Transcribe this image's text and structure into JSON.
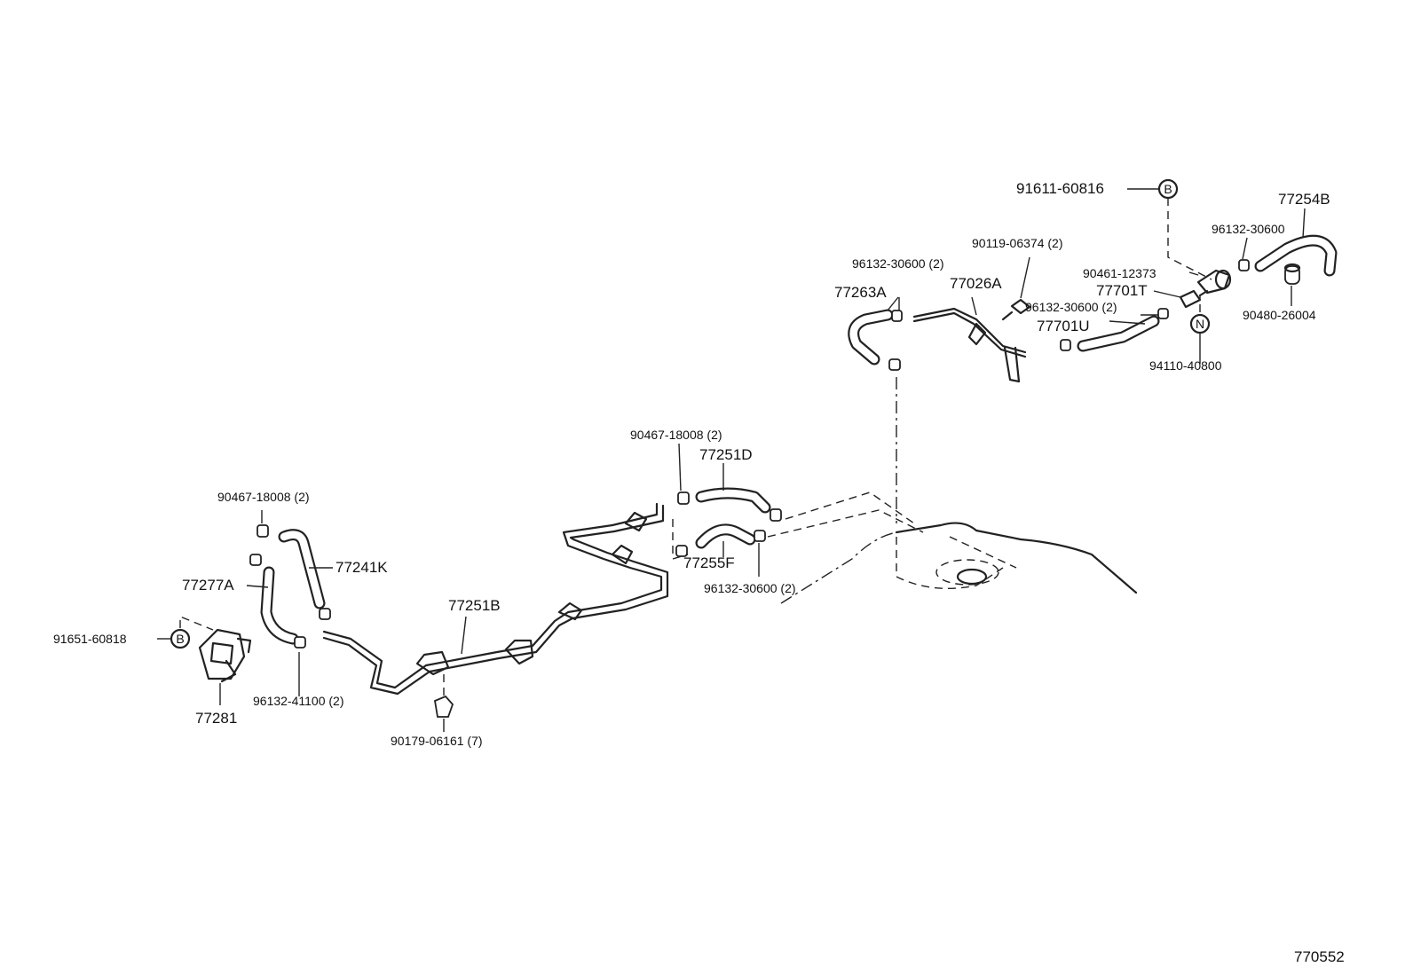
{
  "labels": {
    "p91611_60816": "91611-60816",
    "p77254B": "77254B",
    "p96132_30600_a": "96132-30600",
    "p90119_06374": "90119-06374 (2)",
    "p96132_30600_b": "96132-30600 (2)",
    "p90461_12373": "90461-12373",
    "p77263A": "77263A",
    "p77026A": "77026A",
    "p77701T": "77701T",
    "p96132_30600_c": "96132-30600 (2)",
    "p90480_26004": "90480-26004",
    "p77701U": "77701U",
    "p94110_40800": "94110-40800",
    "p90467_18008_a": "90467-18008 (2)",
    "p77251D": "77251D",
    "p90467_18008_b": "90467-18008 (2)",
    "p77241K": "77241K",
    "p77255F": "77255F",
    "p96132_30600_d": "96132-30600 (2)",
    "p77277A": "77277A",
    "p77251B": "77251B",
    "p91651_60818": "91651-60818",
    "p96132_41100": "96132-41100 (2)",
    "p77281": "77281",
    "p90179_06161": "90179-06161 (7)",
    "diagram_number": "770552"
  },
  "markers": {
    "b_top": "B",
    "b_left": "B",
    "n": "N"
  }
}
